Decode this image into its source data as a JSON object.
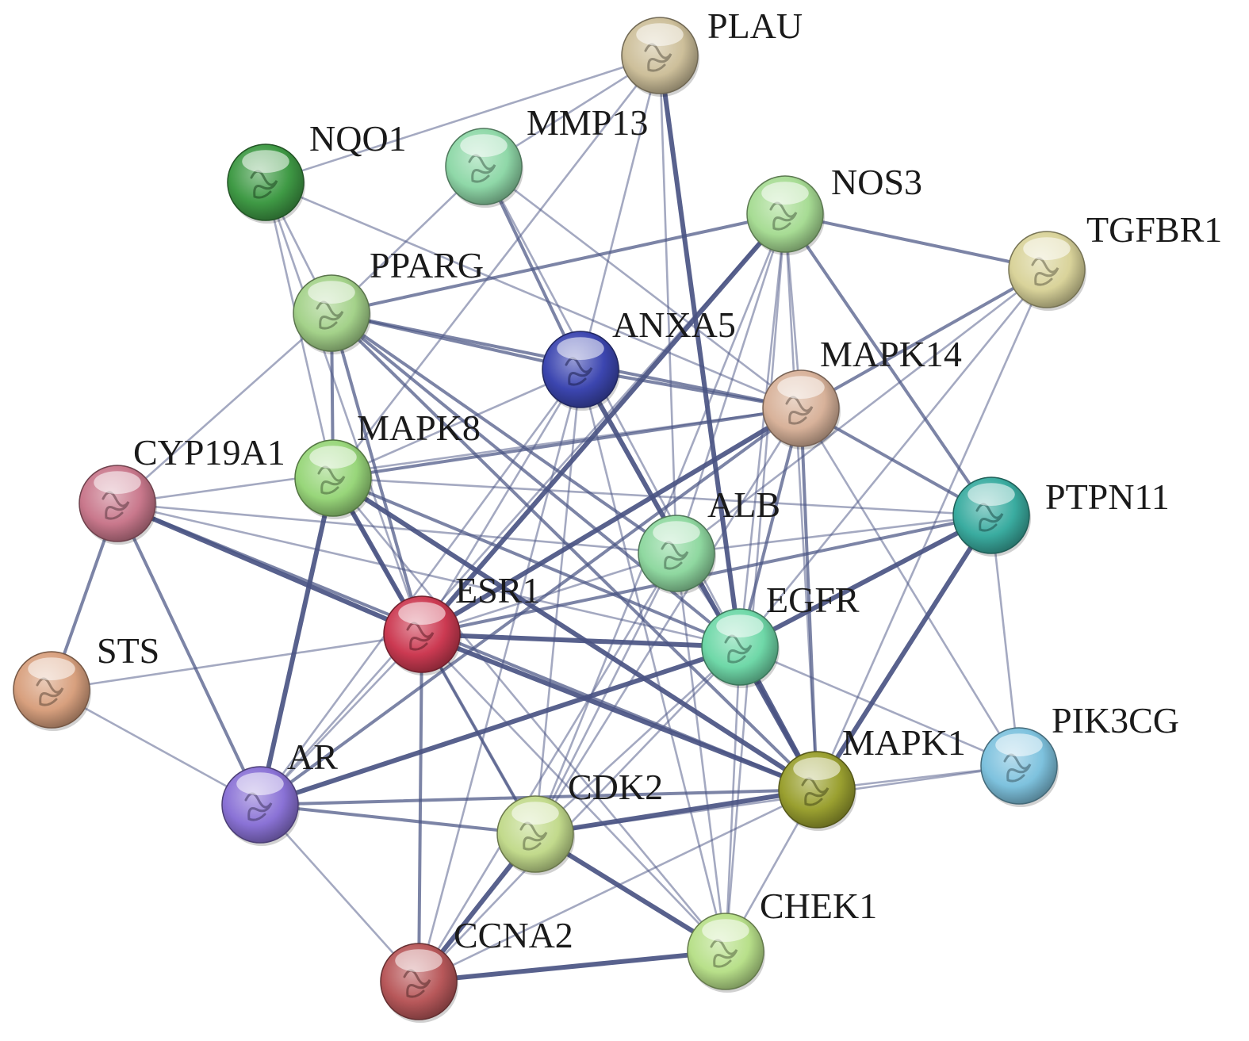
{
  "nodes": [
    {
      "id": "PLAU",
      "label": "PLAU",
      "color": "#cdbf9a"
    },
    {
      "id": "NQO1",
      "label": "NQO1",
      "color": "#3f9a45"
    },
    {
      "id": "MMP13",
      "label": "MMP13",
      "color": "#8fd8a8"
    },
    {
      "id": "NOS3",
      "label": "NOS3",
      "color": "#a7dc94"
    },
    {
      "id": "TGFBR1",
      "label": "TGFBR1",
      "color": "#d9d39a"
    },
    {
      "id": "PPARG",
      "label": "PPARG",
      "color": "#a4d28a"
    },
    {
      "id": "ANXA5",
      "label": "ANXA5",
      "color": "#3c46b0"
    },
    {
      "id": "MAPK14",
      "label": "MAPK14",
      "color": "#d8b29a"
    },
    {
      "id": "MAPK8",
      "label": "MAPK8",
      "color": "#98d67a"
    },
    {
      "id": "CYP19A1",
      "label": "CYP19A1",
      "color": "#c9788c"
    },
    {
      "id": "PTPN11",
      "label": "PTPN11",
      "color": "#3aaca0"
    },
    {
      "id": "ALB",
      "label": "ALB",
      "color": "#8fd8a0"
    },
    {
      "id": "ESR1",
      "label": "ESR1",
      "color": "#cc3a52"
    },
    {
      "id": "EGFR",
      "label": "EGFR",
      "color": "#6fd8a8"
    },
    {
      "id": "STS",
      "label": "STS",
      "color": "#d8a07e"
    },
    {
      "id": "PIK3CG",
      "label": "PIK3CG",
      "color": "#7ec2de"
    },
    {
      "id": "AR",
      "label": "AR",
      "color": "#8a72d6"
    },
    {
      "id": "MAPK1",
      "label": "MAPK1",
      "color": "#9aa030"
    },
    {
      "id": "CDK2",
      "label": "CDK2",
      "color": "#c2da8c"
    },
    {
      "id": "CHEK1",
      "label": "CHEK1",
      "color": "#b8e08a"
    },
    {
      "id": "CCNA2",
      "label": "CCNA2",
      "color": "#b8585a"
    }
  ],
  "edges": [
    {
      "source": "PLAU",
      "target": "NQO1",
      "weight": 1
    },
    {
      "source": "PLAU",
      "target": "MMP13",
      "weight": 1
    },
    {
      "source": "PLAU",
      "target": "ANXA5",
      "weight": 1
    },
    {
      "source": "PLAU",
      "target": "MAPK8",
      "weight": 1
    },
    {
      "source": "PLAU",
      "target": "EGFR",
      "weight": 3
    },
    {
      "source": "PLAU",
      "target": "ALB",
      "weight": 1
    },
    {
      "source": "NQO1",
      "target": "PPARG",
      "weight": 1
    },
    {
      "source": "NQO1",
      "target": "MAPK8",
      "weight": 1
    },
    {
      "source": "NQO1",
      "target": "ESR1",
      "weight": 1
    },
    {
      "source": "NQO1",
      "target": "MAPK14",
      "weight": 1
    },
    {
      "source": "MMP13",
      "target": "ANXA5",
      "weight": 2
    },
    {
      "source": "MMP13",
      "target": "PPARG",
      "weight": 1
    },
    {
      "source": "MMP13",
      "target": "MAPK14",
      "weight": 1
    },
    {
      "source": "MMP13",
      "target": "EGFR",
      "weight": 1
    },
    {
      "source": "NOS3",
      "target": "PPARG",
      "weight": 2
    },
    {
      "source": "NOS3",
      "target": "TGFBR1",
      "weight": 2
    },
    {
      "source": "NOS3",
      "target": "ESR1",
      "weight": 3
    },
    {
      "source": "NOS3",
      "target": "PTPN11",
      "weight": 2
    },
    {
      "source": "NOS3",
      "target": "ALB",
      "weight": 1
    },
    {
      "source": "NOS3",
      "target": "EGFR",
      "weight": 1
    },
    {
      "source": "NOS3",
      "target": "MAPK1",
      "weight": 1
    },
    {
      "source": "NOS3",
      "target": "CDK2",
      "weight": 1
    },
    {
      "source": "NOS3",
      "target": "AR",
      "weight": 1
    },
    {
      "source": "NOS3",
      "target": "MAPK14",
      "weight": 1
    },
    {
      "source": "NOS3",
      "target": "CHEK1",
      "weight": 1
    },
    {
      "source": "TGFBR1",
      "target": "MAPK14",
      "weight": 2
    },
    {
      "source": "TGFBR1",
      "target": "EGFR",
      "weight": 1
    },
    {
      "source": "TGFBR1",
      "target": "MAPK1",
      "weight": 1
    },
    {
      "source": "TGFBR1",
      "target": "ALB",
      "weight": 1
    },
    {
      "source": "PPARG",
      "target": "ANXA5",
      "weight": 2
    },
    {
      "source": "PPARG",
      "target": "MAPK14",
      "weight": 2
    },
    {
      "source": "PPARG",
      "target": "CYP19A1",
      "weight": 1
    },
    {
      "source": "PPARG",
      "target": "MAPK8",
      "weight": 2
    },
    {
      "source": "PPARG",
      "target": "ESR1",
      "weight": 2
    },
    {
      "source": "PPARG",
      "target": "EGFR",
      "weight": 2
    },
    {
      "source": "PPARG",
      "target": "MAPK1",
      "weight": 2
    },
    {
      "source": "PPARG",
      "target": "ALB",
      "weight": 2
    },
    {
      "source": "ANXA5",
      "target": "MAPK14",
      "weight": 2
    },
    {
      "source": "ANXA5",
      "target": "MAPK8",
      "weight": 1
    },
    {
      "source": "ANXA5",
      "target": "ESR1",
      "weight": 1
    },
    {
      "source": "ANXA5",
      "target": "MAPK1",
      "weight": 3
    },
    {
      "source": "ANXA5",
      "target": "CDK2",
      "weight": 1
    },
    {
      "source": "ANXA5",
      "target": "CCNA2",
      "weight": 1
    },
    {
      "source": "ANXA5",
      "target": "AR",
      "weight": 1
    },
    {
      "source": "ANXA5",
      "target": "CHEK1",
      "weight": 1
    },
    {
      "source": "MAPK14",
      "target": "MAPK8",
      "weight": 2
    },
    {
      "source": "MAPK14",
      "target": "ESR1",
      "weight": 3
    },
    {
      "source": "MAPK14",
      "target": "EGFR",
      "weight": 2
    },
    {
      "source": "MAPK14",
      "target": "MAPK1",
      "weight": 2
    },
    {
      "source": "MAPK14",
      "target": "PTPN11",
      "weight": 2
    },
    {
      "source": "MAPK14",
      "target": "AR",
      "weight": 2
    },
    {
      "source": "MAPK14",
      "target": "CYP19A1",
      "weight": 1
    },
    {
      "source": "MAPK14",
      "target": "CDK2",
      "weight": 1
    },
    {
      "source": "MAPK14",
      "target": "PIK3CG",
      "weight": 1
    },
    {
      "source": "MAPK8",
      "target": "ESR1",
      "weight": 3
    },
    {
      "source": "MAPK8",
      "target": "AR",
      "weight": 3
    },
    {
      "source": "MAPK8",
      "target": "EGFR",
      "weight": 2
    },
    {
      "source": "MAPK8",
      "target": "MAPK1",
      "weight": 3
    },
    {
      "source": "MAPK8",
      "target": "PTPN11",
      "weight": 1
    },
    {
      "source": "MAPK8",
      "target": "CDK2",
      "weight": 1
    },
    {
      "source": "MAPK8",
      "target": "CHEK1",
      "weight": 1
    },
    {
      "source": "CYP19A1",
      "target": "ESR1",
      "weight": 3
    },
    {
      "source": "CYP19A1",
      "target": "STS",
      "weight": 2
    },
    {
      "source": "CYP19A1",
      "target": "AR",
      "weight": 2
    },
    {
      "source": "CYP19A1",
      "target": "MAPK1",
      "weight": 2
    },
    {
      "source": "CYP19A1",
      "target": "EGFR",
      "weight": 1
    },
    {
      "source": "CYP19A1",
      "target": "ALB",
      "weight": 1
    },
    {
      "source": "PTPN11",
      "target": "EGFR",
      "weight": 3
    },
    {
      "source": "PTPN11",
      "target": "MAPK1",
      "weight": 3
    },
    {
      "source": "PTPN11",
      "target": "PIK3CG",
      "weight": 1
    },
    {
      "source": "PTPN11",
      "target": "ESR1",
      "weight": 2
    },
    {
      "source": "PTPN11",
      "target": "ALB",
      "weight": 1
    },
    {
      "source": "ALB",
      "target": "ESR1",
      "weight": 1
    },
    {
      "source": "ALB",
      "target": "EGFR",
      "weight": 1
    },
    {
      "source": "ALB",
      "target": "CDK2",
      "weight": 1
    },
    {
      "source": "ALB",
      "target": "CCNA2",
      "weight": 1
    },
    {
      "source": "ALB",
      "target": "CHEK1",
      "weight": 1
    },
    {
      "source": "ESR1",
      "target": "EGFR",
      "weight": 3
    },
    {
      "source": "ESR1",
      "target": "STS",
      "weight": 1
    },
    {
      "source": "ESR1",
      "target": "MAPK1",
      "weight": 3
    },
    {
      "source": "ESR1",
      "target": "CDK2",
      "weight": 2
    },
    {
      "source": "ESR1",
      "target": "CCNA2",
      "weight": 2
    },
    {
      "source": "ESR1",
      "target": "AR",
      "weight": 1
    },
    {
      "source": "ESR1",
      "target": "CHEK1",
      "weight": 1
    },
    {
      "source": "EGFR",
      "target": "AR",
      "weight": 3
    },
    {
      "source": "EGFR",
      "target": "MAPK1",
      "weight": 3
    },
    {
      "source": "EGFR",
      "target": "CDK2",
      "weight": 1
    },
    {
      "source": "EGFR",
      "target": "CCNA2",
      "weight": 1
    },
    {
      "source": "EGFR",
      "target": "PIK3CG",
      "weight": 1
    },
    {
      "source": "EGFR",
      "target": "CHEK1",
      "weight": 1
    },
    {
      "source": "STS",
      "target": "AR",
      "weight": 1
    },
    {
      "source": "PIK3CG",
      "target": "MAPK1",
      "weight": 1
    },
    {
      "source": "PIK3CG",
      "target": "CDK2",
      "weight": 1
    },
    {
      "source": "AR",
      "target": "MAPK1",
      "weight": 2
    },
    {
      "source": "AR",
      "target": "CDK2",
      "weight": 2
    },
    {
      "source": "AR",
      "target": "CCNA2",
      "weight": 1
    },
    {
      "source": "MAPK1",
      "target": "CDK2",
      "weight": 3
    },
    {
      "source": "MAPK1",
      "target": "CHEK1",
      "weight": 1
    },
    {
      "source": "MAPK1",
      "target": "CCNA2",
      "weight": 1
    },
    {
      "source": "CDK2",
      "target": "CCNA2",
      "weight": 3
    },
    {
      "source": "CDK2",
      "target": "CHEK1",
      "weight": 3
    },
    {
      "source": "CCNA2",
      "target": "CHEK1",
      "weight": 3
    }
  ]
}
